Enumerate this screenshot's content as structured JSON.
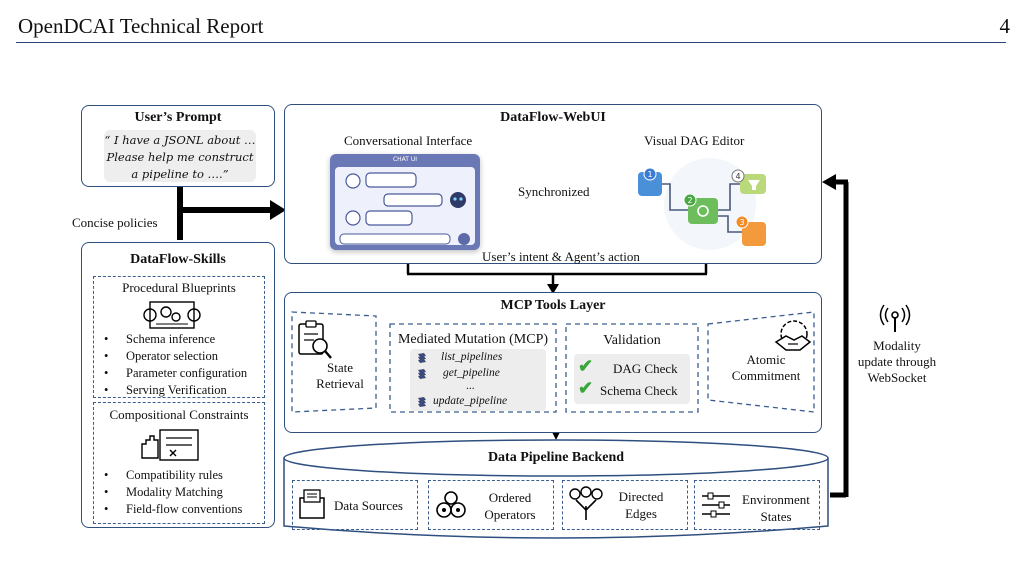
{
  "header": {
    "title": "OpenDCAI Technical Report",
    "page": "4"
  },
  "user_prompt": {
    "title": "User’s Prompt",
    "lines": [
      "“ I have a JSONL about …",
      "Please help me construct",
      "a pipeline to ….”"
    ]
  },
  "concise_policies": "Concise policies",
  "skills": {
    "title": "DataFlow-Skills",
    "blueprints": {
      "title": "Procedural Blueprints",
      "items": [
        "Schema inference",
        "Operator selection",
        "Parameter configuration",
        "Serving Verification"
      ]
    },
    "constraints": {
      "title": "Compositional Constraints",
      "items": [
        "Compatibility rules",
        "Modality Matching",
        "Field-flow conventions"
      ]
    }
  },
  "webui": {
    "title": "DataFlow-WebUI",
    "conv_label": "Conversational Interface",
    "chat_header": "CHAT UI",
    "dag_label": "Visual DAG Editor",
    "sync_label": "Synchronized",
    "intent_label": "User’s intent & Agent’s action",
    "dag_nodes": [
      "1",
      "2",
      "3",
      "4"
    ]
  },
  "mcp": {
    "title": "MCP Tools Layer",
    "state": [
      "State",
      "Retrieval"
    ],
    "mutation_title": "Mediated Mutation (MCP)",
    "mutation_items": [
      "list_pipelines",
      "get_pipeline",
      "...",
      "update_pipeline"
    ],
    "validation_title": "Validation",
    "validation_items": [
      "DAG Check",
      "Schema Check"
    ],
    "atomic": [
      "Atomic",
      "Commitment"
    ]
  },
  "backend": {
    "title": "Data Pipeline Backend",
    "items": [
      {
        "lines": [
          "Data Sources"
        ]
      },
      {
        "lines": [
          "Ordered",
          "Operators"
        ]
      },
      {
        "lines": [
          "Directed",
          "Edges"
        ]
      },
      {
        "lines": [
          "Environment",
          "States"
        ]
      }
    ]
  },
  "websocket": {
    "lines": [
      "Modality",
      "update through",
      "WebSocket"
    ]
  },
  "colors": {
    "accent": "#2f4f7f",
    "check": "#3aa63a",
    "chat_bg": "#5c6aa8",
    "dag_blue": "#4a90d9",
    "dag_green": "#6dbd5c",
    "dag_orange": "#f29a3c"
  },
  "icons": [
    "blueprint-icon",
    "constraints-hand-icon",
    "clipboard-search-icon",
    "pipeline-doc-icon",
    "checkmark-icon",
    "handshake-gear-icon",
    "data-folder-icon",
    "operators-gears-icon",
    "directed-edges-icon",
    "environment-sliders-icon",
    "wireless-tower-icon",
    "robot-icon"
  ]
}
